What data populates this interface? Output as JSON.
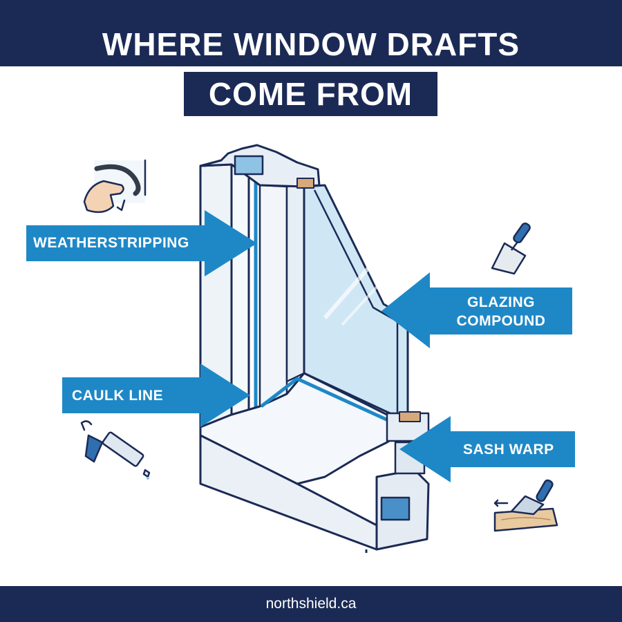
{
  "title": {
    "line1": "WHERE WINDOW DRAFTS",
    "line2": "COME FROM"
  },
  "callouts": {
    "weatherstripping": "WEATHERSTRIPPING",
    "glazing_line1": "GLAZING",
    "glazing_line2": "COMPOUND",
    "caulk": "CAULK LINE",
    "sash": "SASH WARP"
  },
  "icons": {
    "weatherstripping": "hand-applying-weatherstrip-icon",
    "glazing": "putty-knife-icon",
    "caulk": "caulk-gun-icon",
    "sash": "wood-plane-icon"
  },
  "footer": {
    "website": "northshield.ca"
  },
  "colors": {
    "navy": "#1b2a55",
    "callout_blue": "#1e88c7",
    "glass": "#cfe6f5",
    "frame": "#eef3f8"
  }
}
